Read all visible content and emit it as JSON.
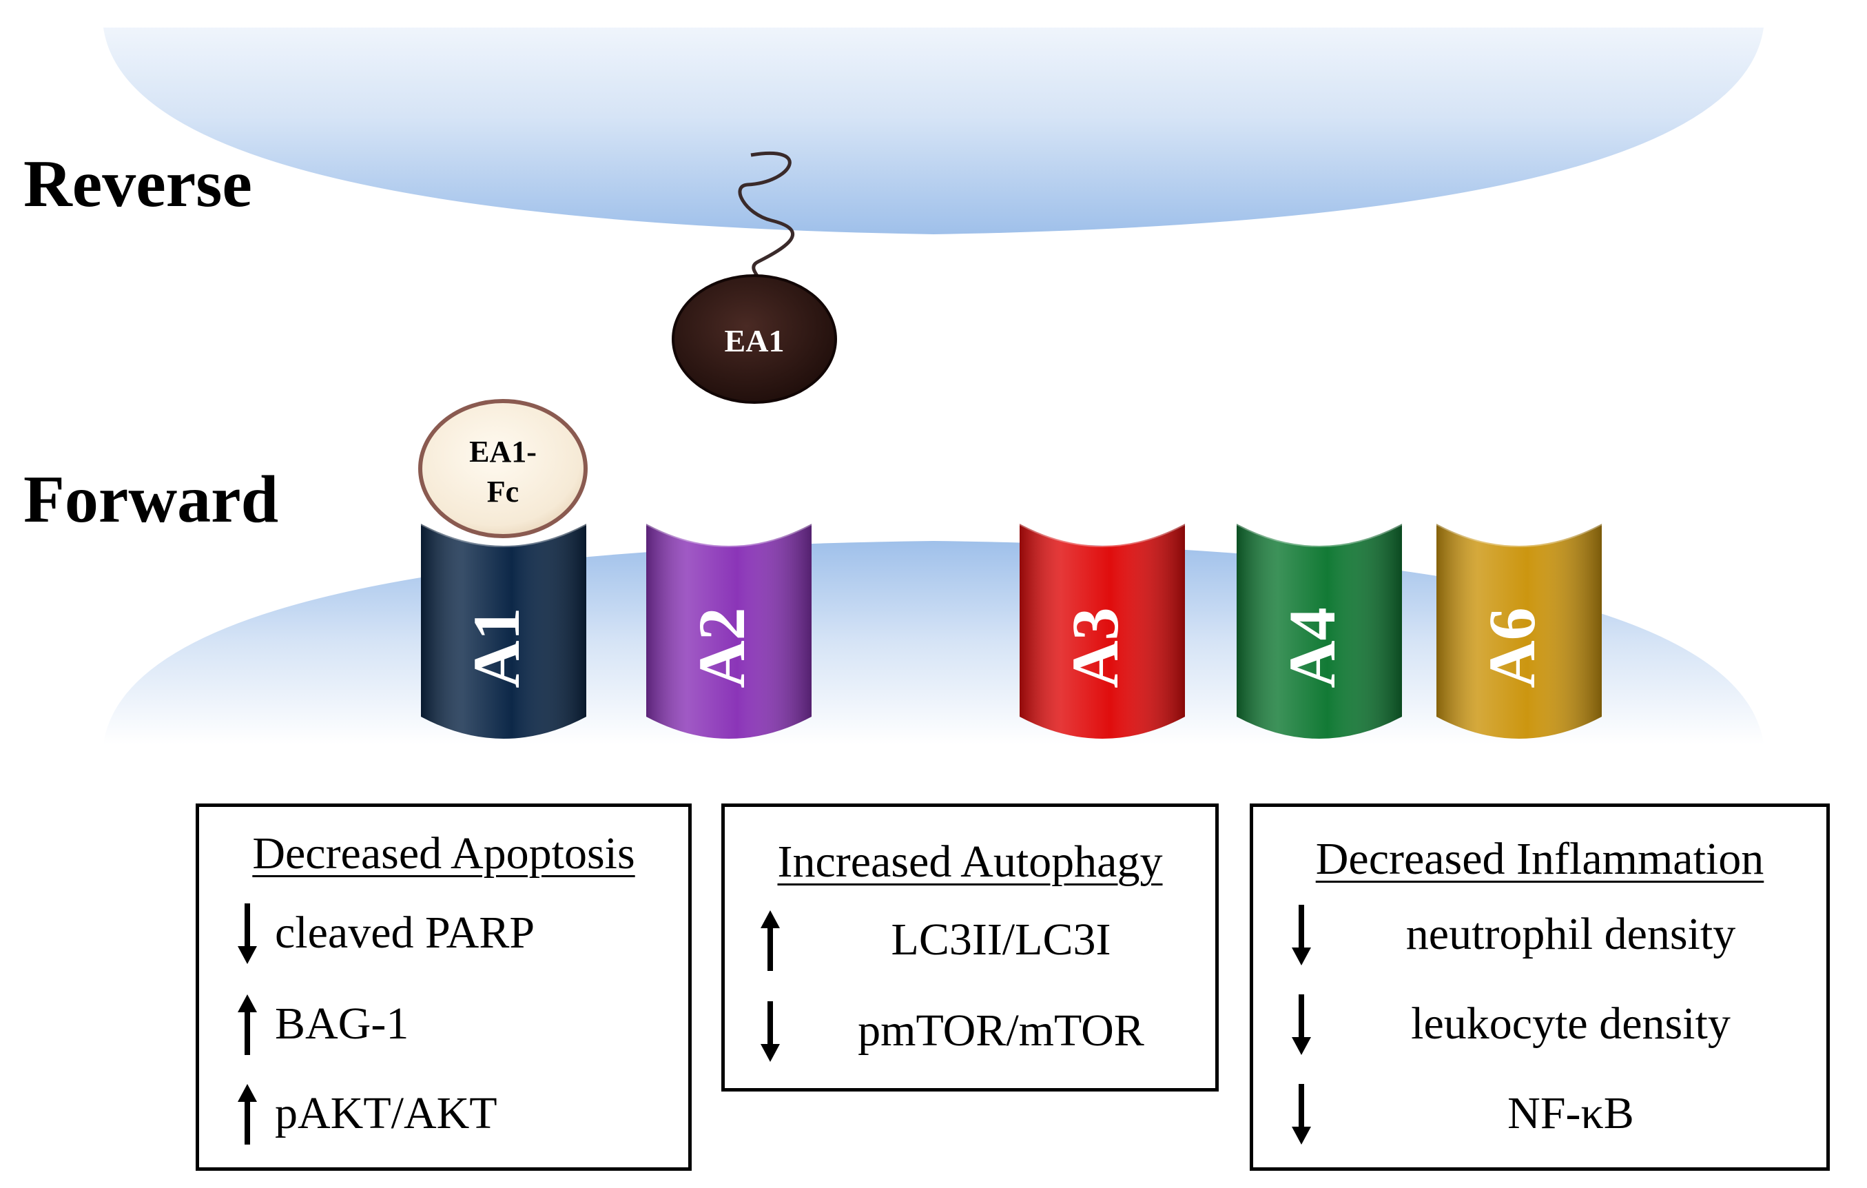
{
  "labels": {
    "reverse": "Reverse",
    "forward": "Forward"
  },
  "ligand": {
    "name": "EA1"
  },
  "fc_ligand": {
    "line1": "EA1-",
    "line2": "Fc"
  },
  "receptors": [
    {
      "label": "A1",
      "color": "#0d2848"
    },
    {
      "label": "A2",
      "color": "#8b35b8"
    },
    {
      "label": "A3",
      "color": "#e00d0d"
    },
    {
      "label": "A4",
      "color": "#127a35"
    },
    {
      "label": "A6",
      "color": "#cc9610"
    }
  ],
  "boxes": [
    {
      "title": "Decreased Apoptosis",
      "items": [
        {
          "dir": "down",
          "text": "cleaved PARP"
        },
        {
          "dir": "up",
          "text": "BAG-1"
        },
        {
          "dir": "up",
          "text": "pAKT/AKT"
        }
      ]
    },
    {
      "title": "Increased Autophagy",
      "items": [
        {
          "dir": "up",
          "text": "LC3II/LC3I"
        },
        {
          "dir": "down",
          "text": "pmTOR/mTOR"
        }
      ]
    },
    {
      "title": "Decreased Inflammation",
      "items": [
        {
          "dir": "down",
          "text": "neutrophil density"
        },
        {
          "dir": "down",
          "text": "leukocyte density"
        },
        {
          "dir": "down",
          "text": "NF-κB"
        }
      ]
    }
  ]
}
